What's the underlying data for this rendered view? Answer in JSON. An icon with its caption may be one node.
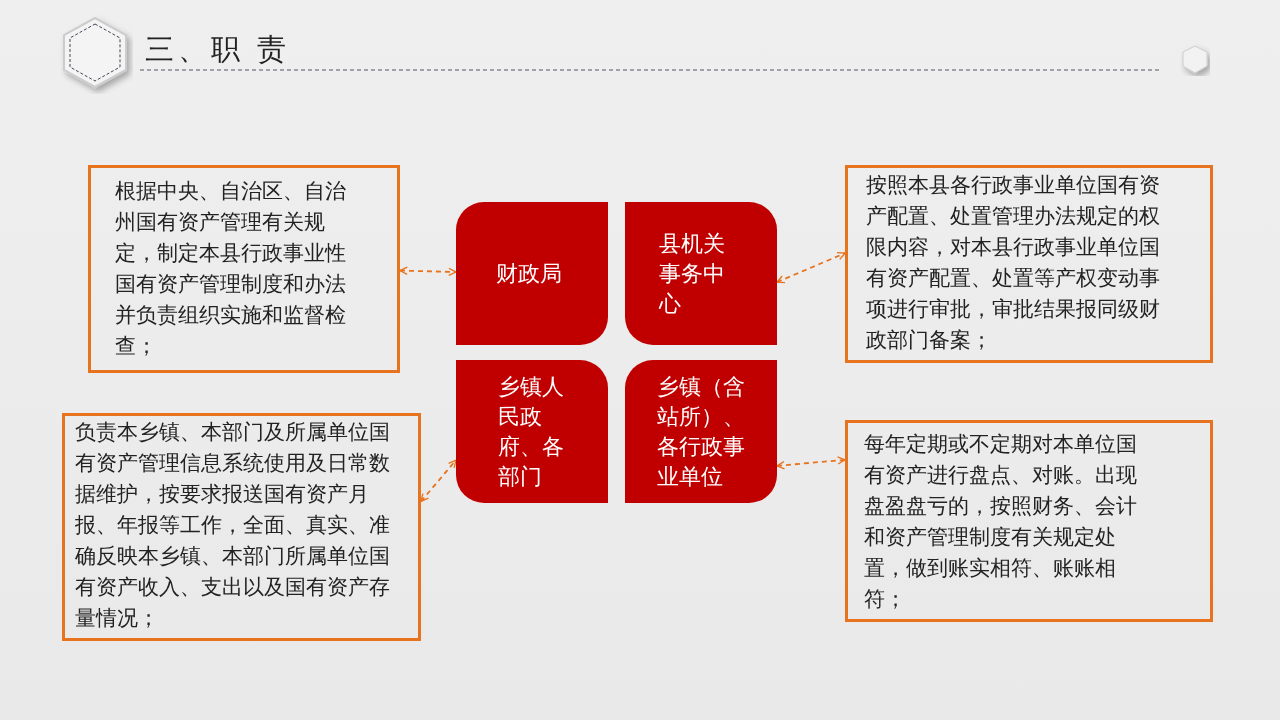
{
  "diagram": {
    "title": "三、职 责",
    "nodes": [
      {
        "text": [
          "根据中央、自治区、自治州国有资产管理有关规定，制定本县行政事业性国有资产管理制度和办法并负责组织实施和监督检查；"
        ]
      },
      {
        "text": [
          "财政局"
        ]
      },
      {
        "text": [
          "县机关事务中心"
        ]
      },
      {
        "text": [
          "按照本县各行政事业单位国有资产配置、处置管理办法规定的权限内容，对本县行政事业单位国有资产配置、处置等产权变动事项进行审批，审批结果报同级财政部门备案；"
        ]
      },
      {
        "text": [
          "负责本乡镇、本部门及所属单位国有资产管理信息系统使用及日常数据维护，按要求报送国有资产月报、年报等工作，全面、真实、准确反映本乡镇、本部门所属单位国有资产收入、支出以及国有资产存量情况；"
        ]
      },
      {
        "text": [
          "乡镇人民政府、各部门"
        ]
      },
      {
        "text": [
          "乡镇（含站所）、各行政事业单位"
        ]
      },
      {
        "text": [
          "每年定期或不定期对本单位国有资产进行盘点、对账。出现盘盈盘亏的，按照财务、会计和资产管理制度有关规定处置，做到账实相符、账账相符；"
        ]
      }
    ],
    "edges": [
      {
        "from": 0,
        "to": 1,
        "arrow": "both",
        "style": "dashed"
      },
      {
        "from": 2,
        "to": 3,
        "arrow": "both",
        "style": "dashed"
      },
      {
        "from": 4,
        "to": 5,
        "arrow": "both",
        "style": "dashed"
      },
      {
        "from": 6,
        "to": 7,
        "arrow": "both",
        "style": "dashed"
      }
    ]
  }
}
